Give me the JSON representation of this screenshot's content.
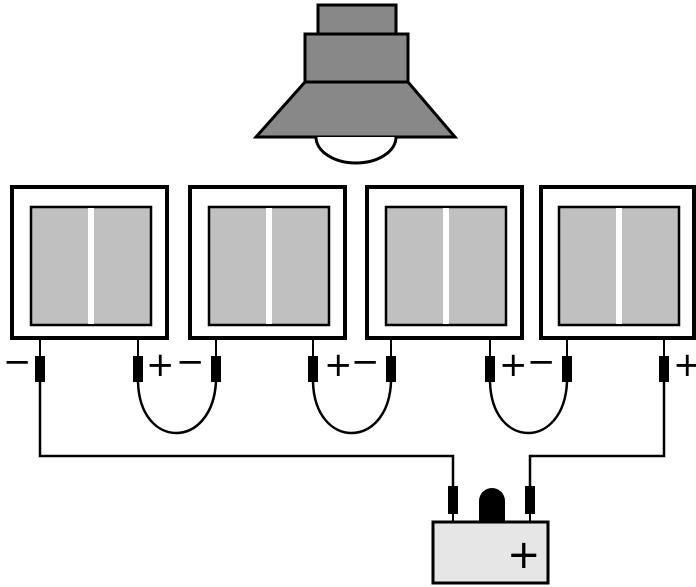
{
  "diagram": {
    "lamp": {
      "icon": "lamp-icon"
    },
    "panels": [
      {
        "name": "solar-panel-1",
        "left_terminal": "−",
        "right_terminal": "+"
      },
      {
        "name": "solar-panel-2",
        "left_terminal": "−",
        "right_terminal": "+"
      },
      {
        "name": "solar-panel-3",
        "left_terminal": "−",
        "right_terminal": "+"
      },
      {
        "name": "solar-panel-4",
        "left_terminal": "−",
        "right_terminal": "+"
      }
    ],
    "battery": {
      "icon": "battery-icon",
      "sign": "+"
    },
    "colors": {
      "lamp_fill": "#888888",
      "panel_cell": "#c0c0c0",
      "battery_fill": "#e6e6e6",
      "stroke": "#000000"
    }
  }
}
